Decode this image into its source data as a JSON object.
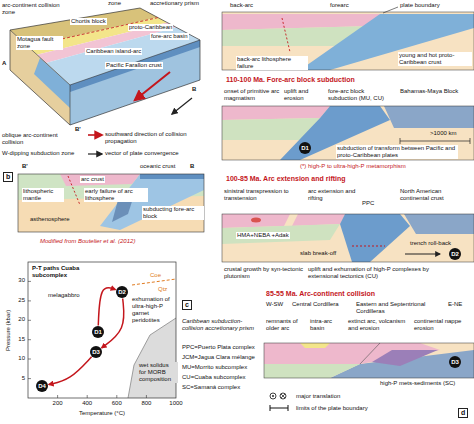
{
  "diagram": {
    "nodes": [
      {
        "text": [
          "b"
        ]
      },
      {
        "text": [
          "c"
        ]
      },
      {
        "text": [
          "d"
        ]
      },
      {
        "text": [
          "D1"
        ]
      },
      {
        "text": [
          "D2"
        ]
      },
      {
        "text": [
          "D3"
        ]
      },
      {
        "text": [
          "D4"
        ]
      },
      {
        "text": [
          "D1"
        ]
      },
      {
        "text": [
          "D2"
        ]
      },
      {
        "text": [
          "D3"
        ]
      }
    ],
    "edges": [
      {
        "from": 3,
        "to": 4,
        "arrow": "to"
      },
      {
        "from": 4,
        "to": 5,
        "arrow": "to"
      },
      {
        "from": 5,
        "to": 6,
        "arrow": "to"
      }
    ],
    "labels": [
      "arc-continent collision zone",
      "zone",
      "accretionary prism",
      "Chortis block",
      "Motagua fault zone",
      "proto-Caribbean",
      "fore-arc basin",
      "Caribbean island-arc",
      "Pacific Farallon crust",
      "A",
      "B'",
      "B",
      "oblique arc-continent collision",
      "W-dipping subduction zone",
      "southward direction of collision propagation",
      "vector of plate convergence",
      "B'",
      "B",
      "oceanic crust",
      "arc crust",
      "early failure of arc lithosphere",
      "lithospheric mantle",
      "subducting fore-arc block",
      "asthenosphere",
      "Modified from Boutelier et al. (2012)",
      "P-T paths Cuaba subcomplex",
      "Pressure (kbar)",
      "Temperature (°C)",
      "5",
      "10",
      "15",
      "20",
      "25",
      "30",
      "200",
      "400",
      "600",
      "800",
      "1000",
      "Coe",
      "Qtz",
      "melagabbro",
      "exhumation of ultra-high-P garnet peridotites",
      "wet solidus for MORB composition",
      "Caribbean subduction-collision accretionary prism",
      "PPC=Puerto Plata complex",
      "JCM=Jagua Clara mélange",
      "MU=Morrito subcomplex",
      "CU=Cuaba subcomplex",
      "SC=Samaná complex",
      "back-arc",
      "forearc",
      "plate boundary",
      "back-arc lithosphere failure",
      "young and hot proto-Caribbean crust",
      "110-100 Ma. Fore-arc block subduction",
      "onset of primitive arc magmatism",
      "uplift and erosion",
      "fore-arc block subduction (MU, CU)",
      "Bahamas-Maya Block",
      ">1000 km",
      "subduction of transform between Pacific and proto-Caribbean plates",
      "(*) high-P to ultra-high-P metamorphism",
      "100-85 Ma. Arc extension and rifting",
      "sinistral transpression to transtension",
      "arc extension and rifting",
      "HMA+NEBA +Adak",
      "PPC",
      "North American continental crust",
      "slab break-off",
      "trench roll-back",
      "crustal growth by syn-tectonic plutonism",
      "uplift and exhumation of high-P complexes by extensional tectonics (CU)",
      "85-55 Ma. Arc-continent collision",
      "W-SW",
      "Central Cordillera",
      "Eastern and Septentrional Cordilleras",
      "E-NE",
      "remnants of older arc",
      "intra-arc basin",
      "extinct arc, volcanism and erosion",
      "continental nappe erosion",
      "high-P mets-sediments (SC)"
    ],
    "legend": [
      {
        "text": "major translation"
      },
      {
        "text": "limits of the plate boundary"
      }
    ]
  }
}
